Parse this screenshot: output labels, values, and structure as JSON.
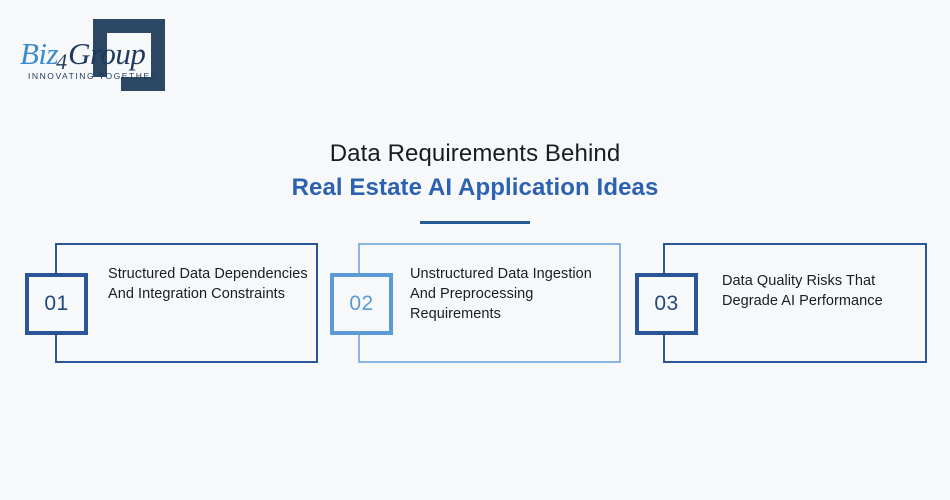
{
  "background_color": "#f7f8fa",
  "brand": {
    "name_part1": "Biz",
    "name_part2": "4",
    "name_part3": "Group",
    "tagline": "INNOVATING TOGETHER",
    "color_light": "#3c8ccb",
    "color_dark": "#1f3a5f"
  },
  "title": {
    "line1": "Data Requirements Behind",
    "line2": "Real Estate AI Application Ideas",
    "line1_color": "#181c20",
    "line2_color": "#2d62b0",
    "rule_color": "#245b95"
  },
  "cards": [
    {
      "number": "01",
      "text": "Structured Data Dependencies And Integration Constraints",
      "border_color": "#2a5699",
      "badge_color": "#2a5699"
    },
    {
      "number": "02",
      "text": "Unstructured Data Ingestion And Preprocessing Requirements",
      "border_color": "#8cb4e2",
      "badge_color": "#5b9bd5"
    },
    {
      "number": "03",
      "text": "Data Quality Risks That Degrade AI Performance",
      "border_color": "#2a5699",
      "badge_color": "#2a5699"
    }
  ]
}
